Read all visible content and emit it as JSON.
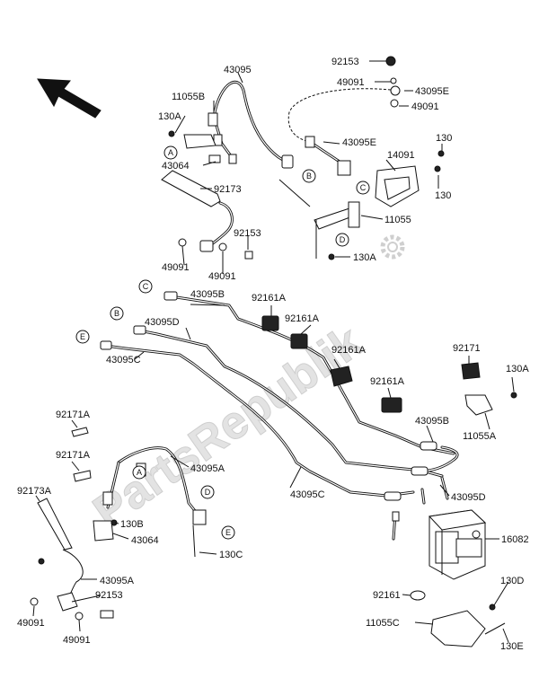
{
  "watermark": "PartsRepublik",
  "labels": {
    "p43095_top": "43095",
    "p11055b": "11055B",
    "p130a_1": "130A",
    "p43064_top": "43064",
    "p92173": "92173",
    "p92153_top": "92153",
    "p49091_a": "49091",
    "p49091_b": "49091",
    "p92153_r": "92153",
    "p49091_r1": "49091",
    "p43095e_1": "43095E",
    "p49091_r2": "49091",
    "p43095e_2": "43095E",
    "p130_1": "130",
    "p14091": "14091",
    "p130_2": "130",
    "p11055": "11055",
    "p130a_2": "130A",
    "p43095b_1": "43095B",
    "p43095d_1": "43095D",
    "p92161a_1": "92161A",
    "p92161a_2": "92161A",
    "p92161a_3": "92161A",
    "p92161a_4": "92161A",
    "p43095c_1": "43095C",
    "p92171": "92171",
    "p130a_3": "130A",
    "p11055a": "11055A",
    "p43095b_2": "43095B",
    "p92171a_1": "92171A",
    "p92171a_2": "92171A",
    "p43095a_1": "43095A",
    "p92173a": "92173A",
    "p130b": "130B",
    "p43064_b": "43064",
    "p130c": "130C",
    "p43095c_2": "43095C",
    "p43095d_2": "43095D",
    "p16082": "16082",
    "p43095a_2": "43095A",
    "p92153_b": "92153",
    "p49091_b1": "49091",
    "p49091_b2": "49091",
    "p92161": "92161",
    "p130d": "130D",
    "p11055c": "11055C",
    "p130e": "130E"
  },
  "circles": {
    "a1": "A",
    "b1": "B",
    "c1": "C",
    "d1": "D",
    "c2": "C",
    "b2": "B",
    "e1": "E",
    "a2": "A",
    "d2": "D",
    "e2": "E"
  },
  "icons": {
    "front_arrow": "front-direction-arrow",
    "gear": "gear-icon"
  }
}
